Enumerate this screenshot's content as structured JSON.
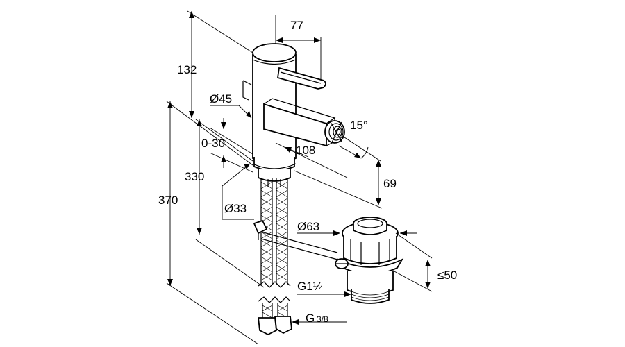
{
  "dimensions": {
    "overall_height": "370",
    "height_to_deck": "330",
    "spout_width": "77",
    "lever_height": "132",
    "body_diameter": "Ø45",
    "adjust_range": "0-30",
    "mount_diameter": "Ø33",
    "spout_reach": "108",
    "tilt_angle": "15°",
    "outlet_height": "69",
    "waste_diameter": "Ø63",
    "waste_thread": "G1¼",
    "hose_thread_base": "G",
    "hose_thread_frac": "3/8",
    "waste_length": "≤50"
  }
}
